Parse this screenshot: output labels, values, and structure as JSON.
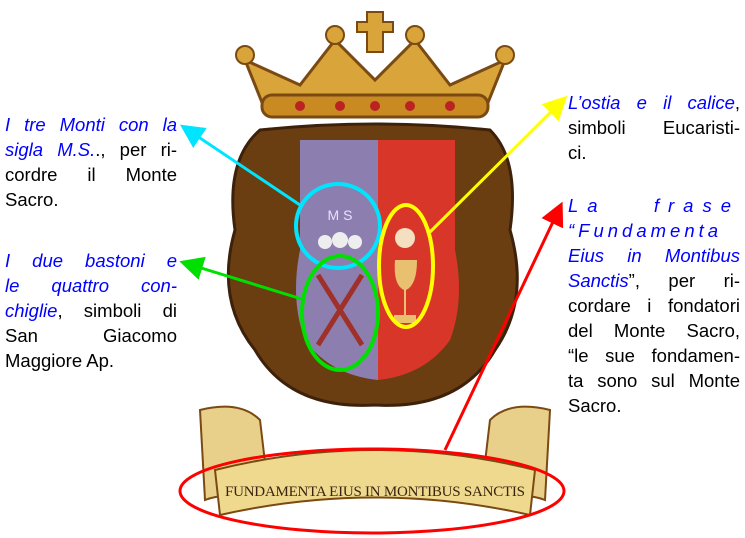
{
  "annotations": {
    "monti": {
      "lines": [
        {
          "blue": "I tre Monti con la"
        },
        {
          "blue": "sigla M.S.",
          "black": "., per ri-"
        },
        {
          "black": "cordre il Monte"
        },
        {
          "black": "Sacro."
        }
      ]
    },
    "bastoni": {
      "lines": [
        {
          "blue": "I due bastoni e"
        },
        {
          "blue": "le quattro con-"
        },
        {
          "blue": "chiglie",
          "black": ", simboli di"
        },
        {
          "black": "San Giacomo"
        },
        {
          "black": "Maggiore Ap."
        }
      ]
    },
    "ostia": {
      "lines": [
        {
          "blue": "L’ostia e il calice",
          "black": ","
        },
        {
          "black": "simboli Eucaristi-"
        },
        {
          "black": "ci."
        }
      ]
    },
    "frase": {
      "lines": [
        {
          "blue": "La frase"
        },
        {
          "blue": "“Fundamenta"
        },
        {
          "blue": "Eius in Montibus"
        },
        {
          "blue": "Sanctis",
          "black": "”, per ri-"
        },
        {
          "black": "cordare i fondatori"
        },
        {
          "black": "del Monte Sacro,"
        },
        {
          "black": "“le sue fondamen-"
        },
        {
          "black": "ta sono sul Monte"
        },
        {
          "black": "Sacro."
        }
      ]
    }
  },
  "coat_of_arms": {
    "monogram": "M S",
    "motto": "FUNDAMENTA EIUS IN MONTIBUS SANCTIS"
  },
  "colors": {
    "cyan": "#00e5ff",
    "green": "#00e000",
    "yellow": "#ffff00",
    "red": "#ff0000",
    "text_blue": "#0000ff"
  }
}
